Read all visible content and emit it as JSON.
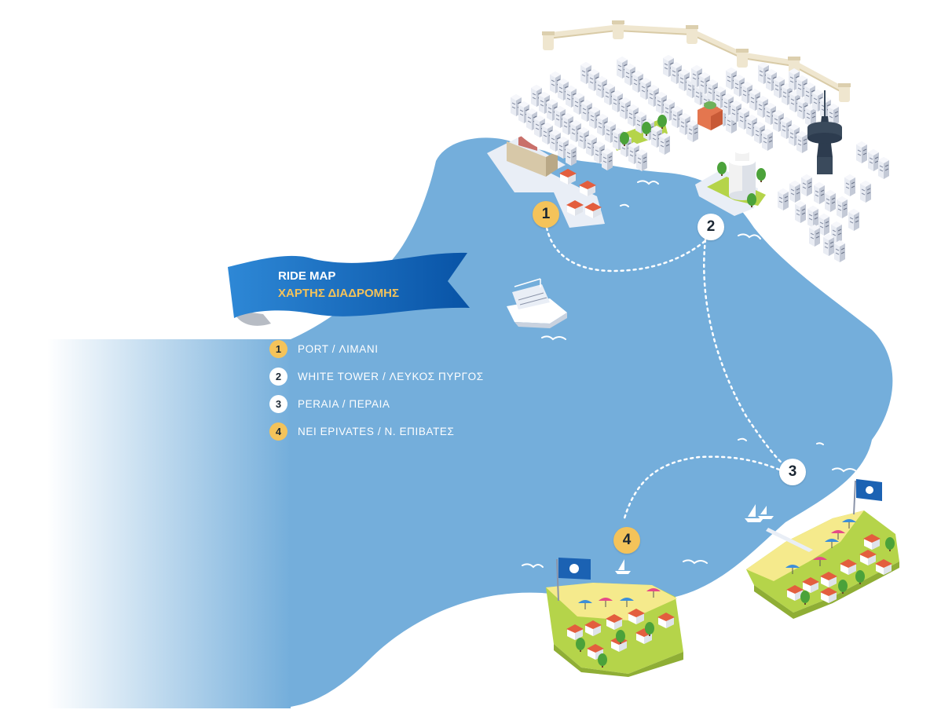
{
  "banner": {
    "title": "RIDE MAP",
    "subtitle": "ΧΑΡΤΗΣ ΔΙΑΔΡΟΜΗΣ"
  },
  "stops": [
    {
      "number": "1",
      "label": "PORT / ΛΙΜΑΝΙ",
      "badge_color": "#f4c35a"
    },
    {
      "number": "2",
      "label": "WHITE TOWER / ΛΕΥΚΟΣ ΠΥΡΓΟΣ",
      "badge_color": "#ffffff"
    },
    {
      "number": "3",
      "label": "PERAIA / ΠΕΡΑΙΑ",
      "badge_color": "#ffffff"
    },
    {
      "number": "4",
      "label": "NEI EPIVATES / Ν. ΕΠΙΒΑΤΕΣ",
      "badge_color": "#f4c35a"
    }
  ],
  "colors": {
    "sea": "#74aedb",
    "banner_blue": "#0a60b0",
    "accent_yellow": "#f4c35a",
    "grass": "#b5d44a",
    "sand": "#f5ea8c",
    "route": "#ffffff"
  },
  "icons": [
    "castle-wall",
    "city-buildings",
    "white-tower",
    "tv-tower",
    "ferry-boat",
    "blue-flag",
    "beach-umbrella",
    "sailboat",
    "tree"
  ]
}
